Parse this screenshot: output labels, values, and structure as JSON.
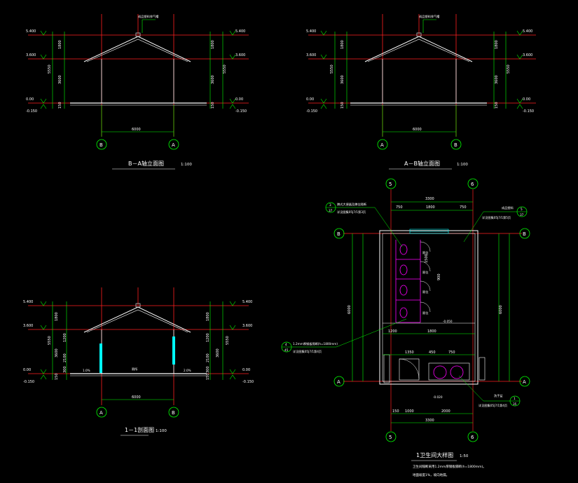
{
  "colors": {
    "background": "#000000",
    "grid_red": "#ff2020",
    "dim_green": "#00ff00",
    "wall_white": "#ffffff",
    "fixture_magenta": "#ff00ff",
    "cyan": "#00ffff"
  },
  "elev_ba": {
    "title": "B－A轴立面图",
    "scale": "1:100",
    "ridge_note": "成品塑料排气帽",
    "levels": [
      "5.400",
      "3.600",
      "0.00",
      "-0.150"
    ],
    "dims_v": [
      "1800",
      "3600",
      "5550",
      "150"
    ],
    "width": "6000",
    "axis_left": "B",
    "axis_right": "A"
  },
  "elev_ab": {
    "title": "A－B轴立面图",
    "scale": "1:100",
    "ridge_note": "成品塑料排气帽",
    "levels": [
      "5.400",
      "3.600",
      "0.00",
      "-0.150"
    ],
    "dims_v": [
      "1800",
      "3600",
      "5550",
      "150"
    ],
    "width": "6000",
    "axis_left": "A",
    "axis_right": "B"
  },
  "section": {
    "title": "1－1剖面图",
    "scale": "1:100",
    "levels": [
      "5.400",
      "3.600",
      "0.00",
      "-0.150"
    ],
    "dims_v": [
      "1800",
      "3600",
      "5550",
      "150",
      "1200",
      "2100",
      "300"
    ],
    "width": "6000",
    "axis_left": "A",
    "axis_right": "B",
    "slope_left": "1.0%",
    "slope_right": "2.0%",
    "room": "厕所"
  },
  "plan": {
    "title": "1卫生间大样图",
    "scale": "1:50",
    "axis_top_left": "5",
    "axis_top_right": "6",
    "axis_left_top": "B",
    "axis_right_top": "B",
    "axis_left_bottom": "A",
    "axis_right_bottom": "A",
    "dims_top": [
      "3300",
      "750",
      "1800",
      "750"
    ],
    "dims_bottom": [
      "3300",
      "1000",
      "2000",
      "150"
    ],
    "dims_side": [
      "6000",
      "6000"
    ],
    "inner_dims": [
      "1200",
      "1800",
      "1350",
      "450",
      "750",
      "900",
      "1500"
    ],
    "level_inner": "-0.050",
    "level_lower": "-0.020",
    "callout_1": "蹲式大便器及蹲位隔断",
    "callout_1_ref": "详见图集05J7/1第3页",
    "callout_1_num": "3",
    "callout_1_sheet": "37",
    "callout_2": "成品塑料",
    "callout_2_ref": "详见图集05J7/1第5页",
    "callout_2_num": "5",
    "callout_2_sheet": "37",
    "callout_3": "1.2mm厚钢板隔断(h=1800mm)",
    "callout_3_ref": "详见图集05J7/1第4页",
    "callout_3_num": "4",
    "callout_3_sheet": "45",
    "callout_4": "洗手盆",
    "callout_4_ref": "详见图集05J7/1第4页",
    "callout_4_num": "1",
    "callout_4_sheet": "35",
    "note_1": "卫生间隔断采用1.2mm厚钢板隔断(h=1800mm)。",
    "note_2": "地面坡度1%，坡向地漏。",
    "stall_label": "厕位"
  }
}
